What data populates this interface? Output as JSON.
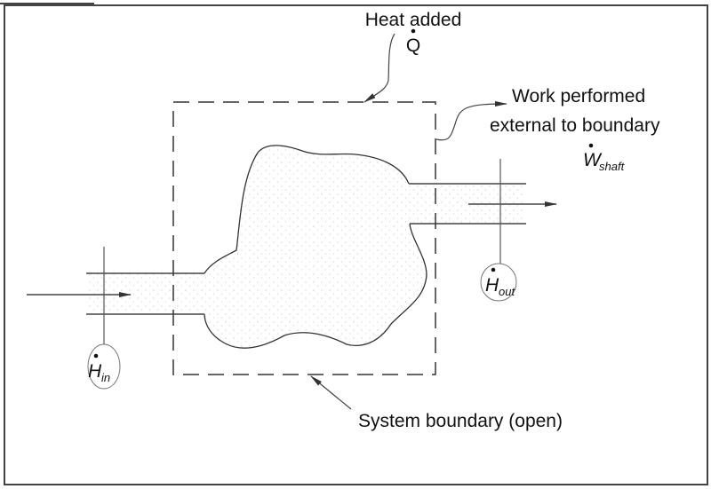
{
  "labels": {
    "heat": "Heat added",
    "heat_symbol": "Q",
    "work_line1": "Work performed",
    "work_line2": "external to boundary",
    "work_symbol": "W",
    "work_subscript": "shaft",
    "boundary": "System boundary (open)",
    "h_in_symbol": "H",
    "h_in_subscript": "in",
    "h_out_symbol": "H",
    "h_out_subscript": "out"
  },
  "colors": {
    "line": "#333333",
    "fill_dots": "#bbbbbb"
  }
}
